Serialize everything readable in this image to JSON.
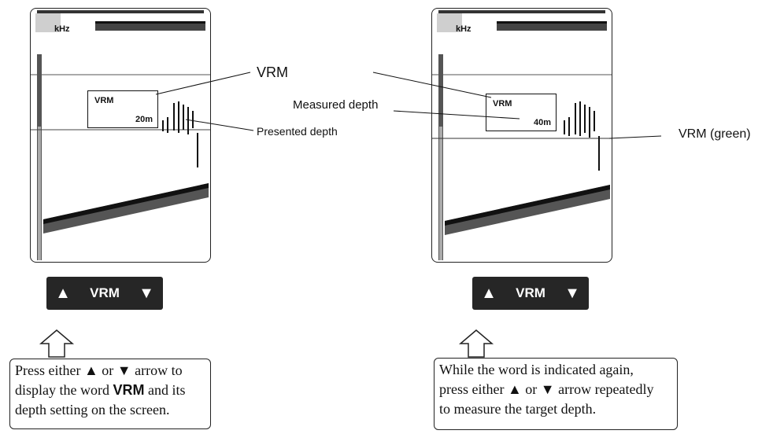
{
  "left_panel": {
    "khz_label": "kHz",
    "vrm_box": {
      "title": "VRM",
      "depth": "20m"
    },
    "callouts": {
      "vrm": "VRM",
      "presented_depth": "Presented depth"
    },
    "keypad": {
      "up": "▲",
      "label": "VRM",
      "down": "▼"
    },
    "note": {
      "line1": "Press either ▲ or ▼ arrow to",
      "line2_pre": "display the word ",
      "line2_bold": "VRM",
      "line2_post": " and its",
      "line3": "depth setting on the screen."
    }
  },
  "right_panel": {
    "khz_label": "kHz",
    "vrm_box": {
      "title": "VRM",
      "depth": "40m"
    },
    "callouts": {
      "measured_depth": "Measured depth",
      "vrm_green": "VRM (green)"
    },
    "keypad": {
      "up": "▲",
      "label": "VRM",
      "down": "▼"
    },
    "note": {
      "line1": "While the word is indicated again,",
      "line2": "press either ▲ or ▼ arrow repeatedly",
      "line3": "to measure the target depth."
    }
  },
  "colors": {
    "keypad_bg": "#262626",
    "ink": "#111111",
    "vrm_line_note": "green"
  },
  "icons": [
    "up-arrow-icon",
    "down-arrow-icon",
    "hollow-up-arrow-icon"
  ]
}
